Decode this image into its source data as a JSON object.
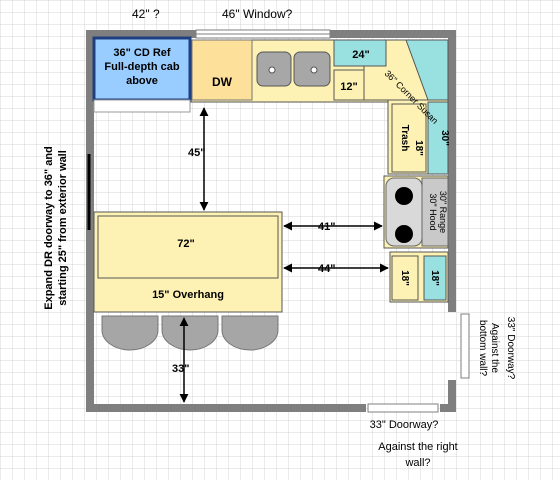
{
  "plan": {
    "top_left_note": "42\" ?",
    "window_note": "46\" Window?",
    "side_note_line1": "Expand DR doorway to 36\" and",
    "side_note_line2": "starting 25\" from exterior wall",
    "fridge_line1": "36\" CD Ref",
    "fridge_line2": "Full-depth cab",
    "fridge_line3": "above",
    "dishwasher": "DW",
    "cabinet_24": "24\"",
    "cabinet_12": "12\"",
    "corner_susan": "36\" Corner Susan",
    "cabinet_30": "30\"",
    "trash_size": "18\"",
    "trash_label": "Trash",
    "hood_line1": "30\" Hood",
    "hood_line2": "30\" Range",
    "cabinet_18_left": "18\"",
    "cabinet_18_right": "18\"",
    "dim_45": "45\"",
    "dim_41": "41\"",
    "dim_44": "44\"",
    "dim_33": "33\"",
    "island_size": "72\"",
    "overhang": "15\" Overhang",
    "right_door_line1": "33\" Doorway?",
    "right_door_line2": "Against the",
    "right_door_line3": "bottom wall?",
    "bottom_door_line1": "33\" Doorway?",
    "bottom_door_line2": "Against the right",
    "bottom_door_line3": "wall?"
  },
  "colors": {
    "wall": "#7f7f7f",
    "grid": "#d4d4d4",
    "cabinet": "#fdf2b4",
    "fridge": "#99ccff",
    "fridge_border": "#1f3f7f",
    "dishwasher": "#fde19a",
    "teal_cabinet": "#99e0e0",
    "sink": "#a7a7a7",
    "range": "#d9d9d9",
    "stool": "#a6a6a6"
  }
}
